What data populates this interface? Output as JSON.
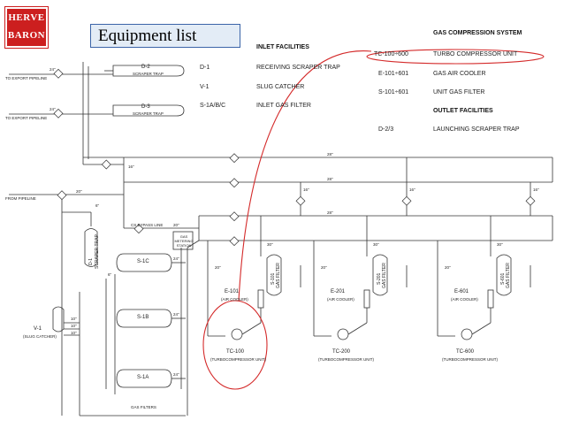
{
  "logo": {
    "line1": "HERVE",
    "line2": "BARON"
  },
  "title": "Equipment list",
  "inlet": {
    "header": "INLET FACILITIES",
    "items": [
      {
        "tag": "D-1",
        "name": "RECEIVING SCRAPER TRAP"
      },
      {
        "tag": "V-1",
        "name": "SLUG CATCHER"
      },
      {
        "tag": "S-1A/B/C",
        "name": "INLET GAS FILTER"
      }
    ]
  },
  "gas_compression": {
    "header": "GAS COMPRESSION SYSTEM",
    "items": [
      {
        "tag": "TC-100÷600",
        "name": "TURBO COMPRESSOR UNIT"
      },
      {
        "tag": "E-101÷601",
        "name": "GAS AIR COOLER"
      },
      {
        "tag": "S-101÷601",
        "name": "UNIT GAS FILTER"
      }
    ]
  },
  "outlet": {
    "header": "OUTLET FACILITIES",
    "items": [
      {
        "tag": "D-2/3",
        "name": "LAUNCHING SCRAPER TRAP"
      }
    ]
  },
  "diagram": {
    "d2": "D-2",
    "d2_sub": "SCRAPER TRAP",
    "d3": "D-3",
    "d3_sub": "SCRAPER TRAP",
    "pipeline1": "TO EXPORT PIPELINE",
    "pipeline2": "TO EXPORT PIPELINE",
    "pipeline3": "FROM PIPELINE",
    "d1": "D-1",
    "d1_sub": "SCRAPER TRAP",
    "v1": "V-1",
    "v1_sub": "(SLUG CATCHER)",
    "s1c": "S-1C",
    "s1b": "S-1B",
    "s1a": "S-1A",
    "gas_filters": "GAS FILTERS",
    "bypass": "CS BYPASS LINE",
    "metering": "GAS METERING STATION",
    "units": [
      {
        "cooler": "E-101",
        "cooler_sub": "(AIR COOLER)",
        "filter": "S-101",
        "filter_sub": "GAS FILTER",
        "tc": "TC-100",
        "tc_sub": "(TURBOCOMPRESSOR UNIT)"
      },
      {
        "cooler": "E-201",
        "cooler_sub": "(AIR COOLER)",
        "filter": "S-201",
        "filter_sub": "GAS FILTER",
        "tc": "TC-200",
        "tc_sub": "(TURBOCOMPRESSOR UNIT)"
      },
      {
        "cooler": "E-601",
        "cooler_sub": "(AIR COOLER)",
        "filter": "S-601",
        "filter_sub": "GAS FILTER",
        "tc": "TC-600",
        "tc_sub": "(TURBOCOMPRESSOR UNIT)"
      }
    ],
    "sizes": [
      "24\"",
      "24\"",
      "28\"",
      "28\"",
      "28\"",
      "16\"",
      "16\"",
      "16\"",
      "16\"",
      "20\"",
      "20\"",
      "10\"",
      "10\"",
      "10\"",
      "24\"",
      "24\"",
      "24\"",
      "30\"",
      "30\"",
      "30\"",
      "20\"",
      "20\"",
      "20\"",
      "6\"",
      "6\""
    ]
  },
  "colors": {
    "logo": "#cc1f1f",
    "highlight": "#d42a2a",
    "title_bg": "#e3ecf6",
    "title_border": "#3b64a8"
  }
}
